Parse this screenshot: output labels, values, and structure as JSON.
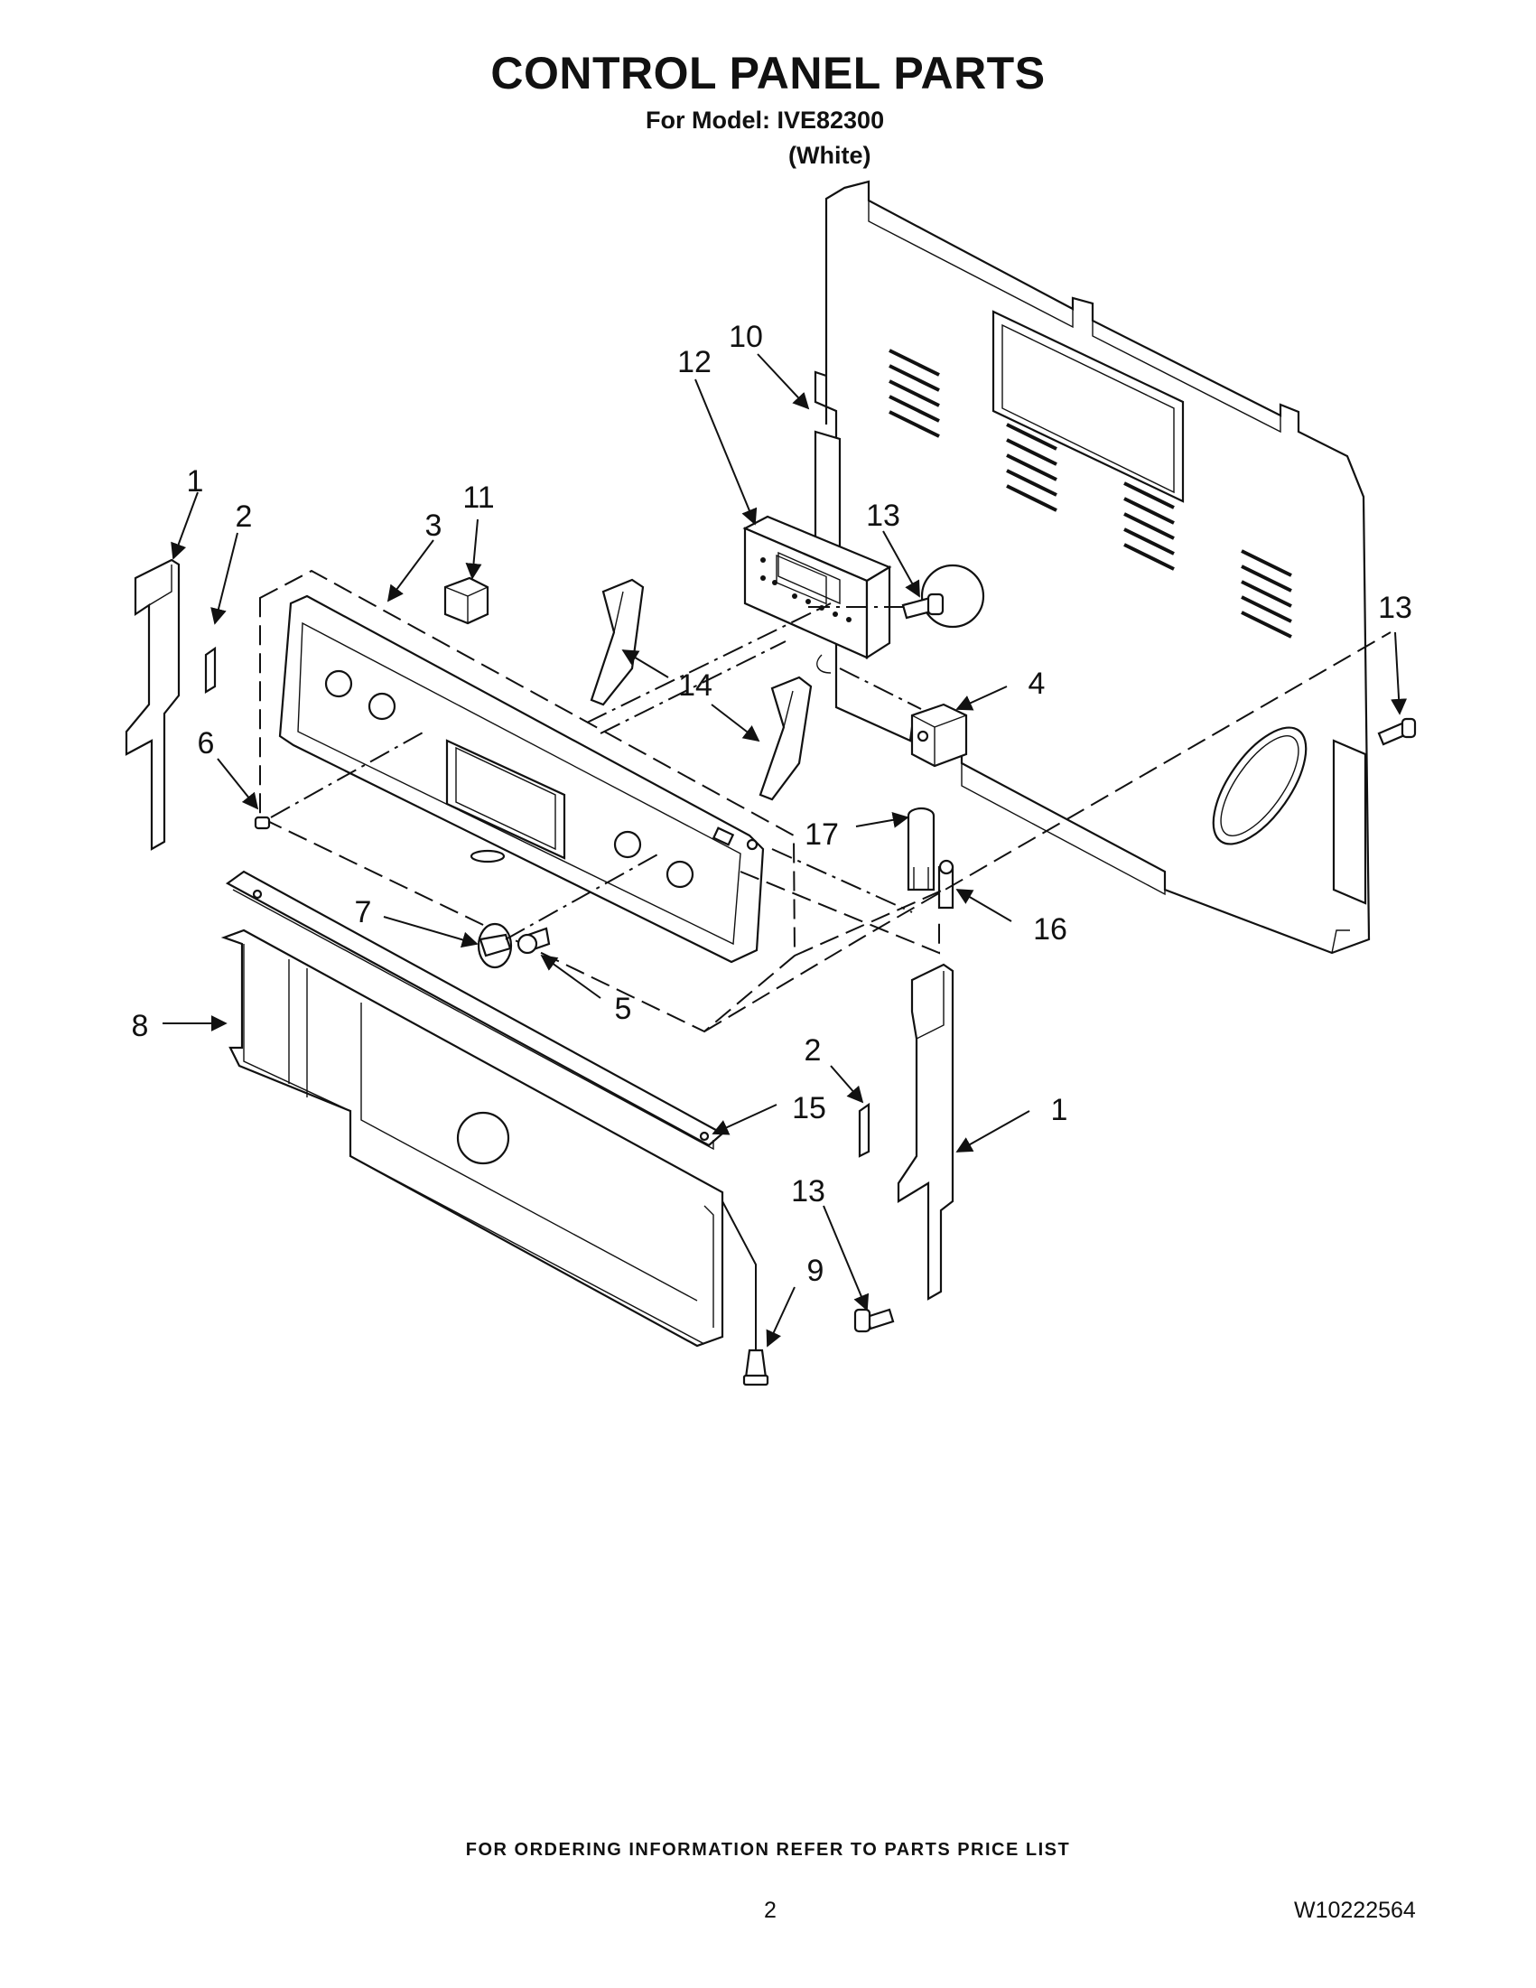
{
  "header": {
    "title": "CONTROL PANEL PARTS",
    "model_line": "For Model: IVE82300",
    "color_line": "(White)"
  },
  "callouts": [
    "1",
    "2",
    "3",
    "11",
    "10",
    "12",
    "13",
    "13",
    "4",
    "14",
    "6",
    "17",
    "16",
    "7",
    "5",
    "8",
    "2",
    "15",
    "1",
    "13",
    "9"
  ],
  "footer": {
    "ordering_note": "FOR ORDERING INFORMATION REFER TO PARTS PRICE LIST",
    "page_number": "2",
    "document_number": "W10222564"
  }
}
